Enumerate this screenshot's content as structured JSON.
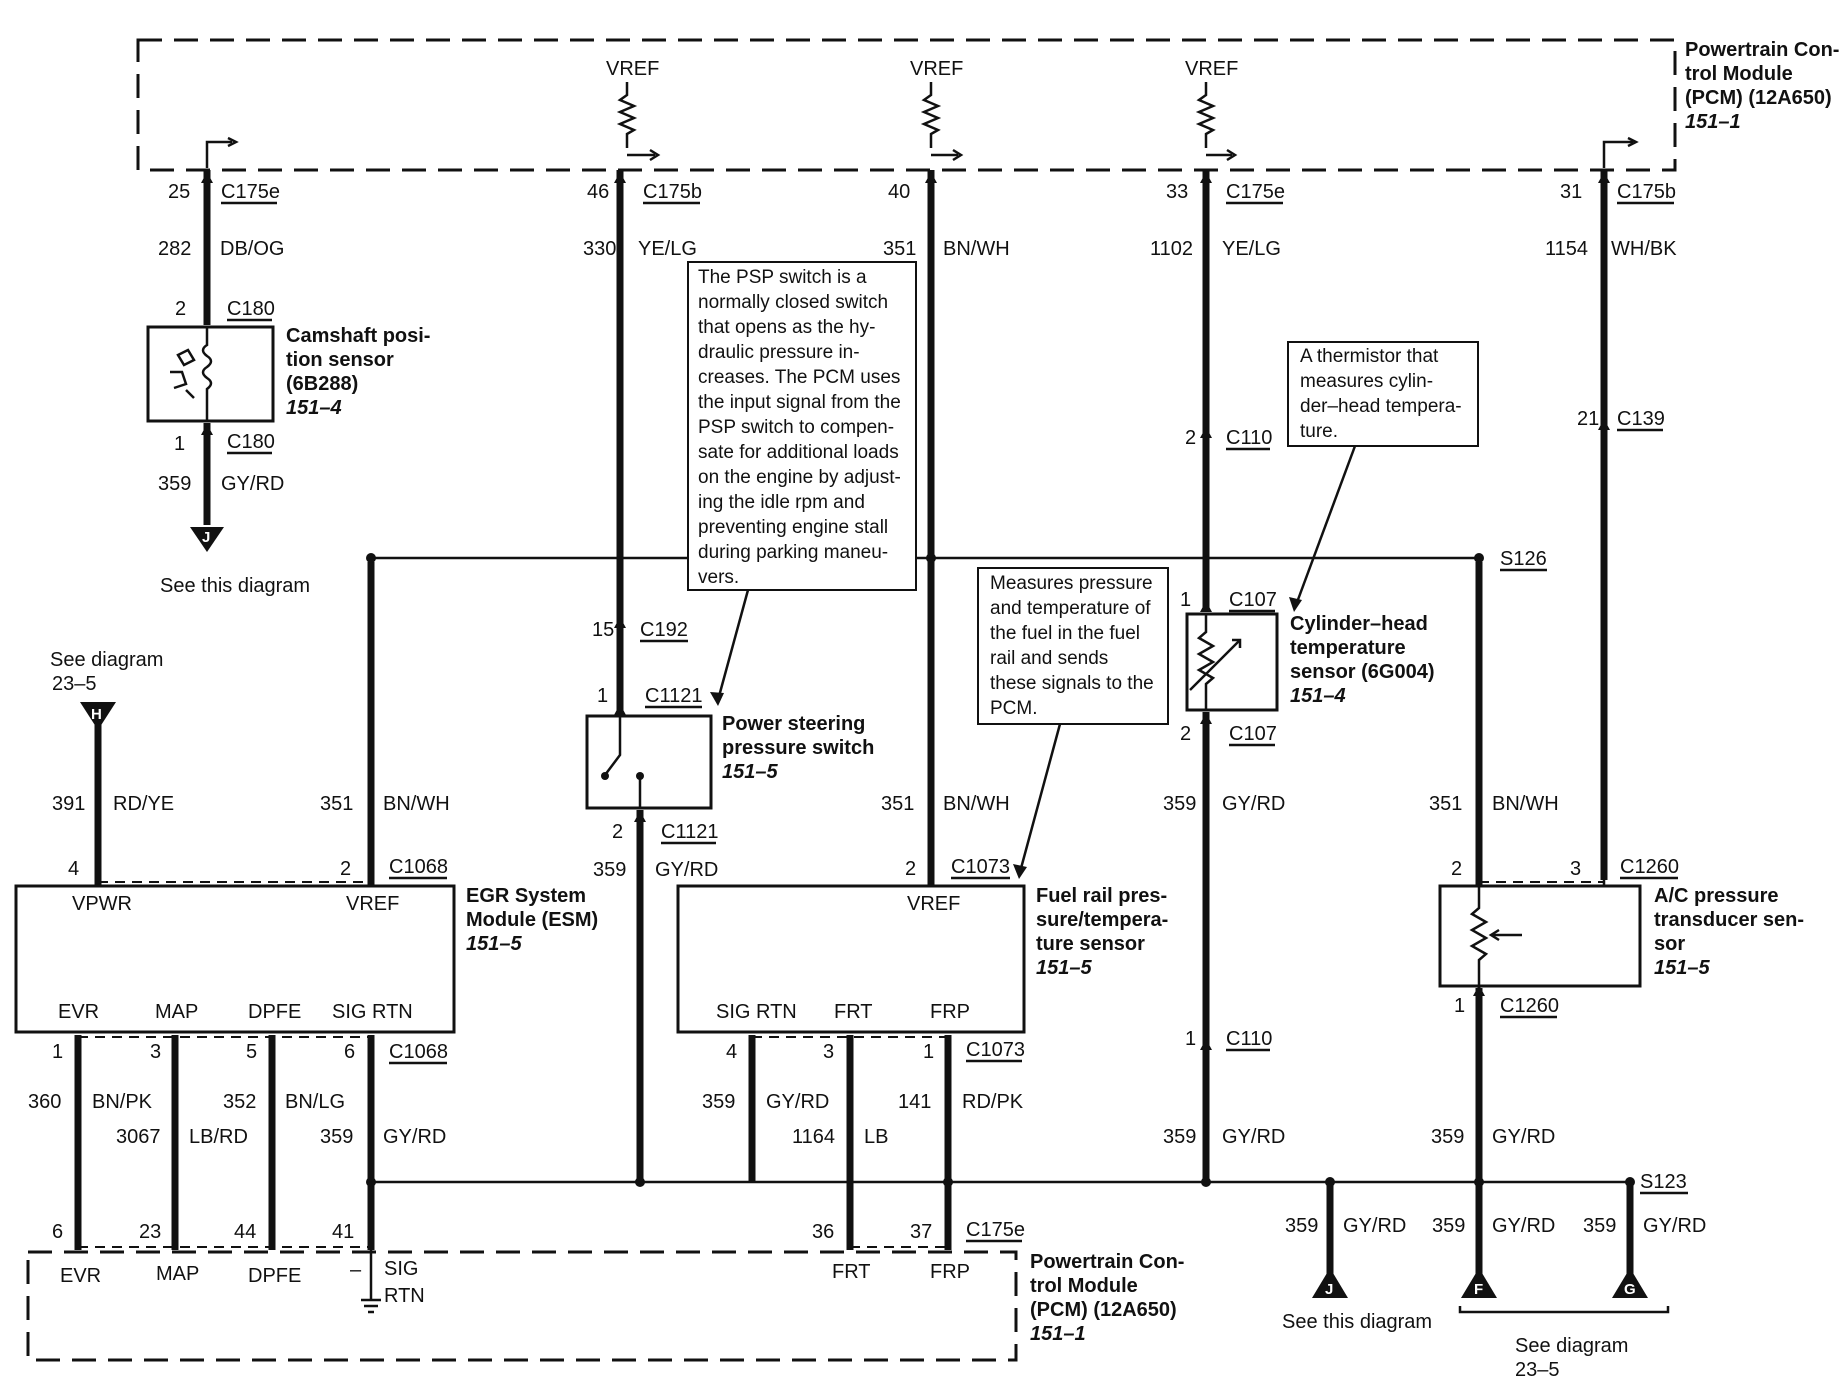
{
  "pcm_top": {
    "l1": "Powertrain Con-",
    "l2": "trol Module",
    "l3": "(PCM) (12A650)",
    "l4": "151–1"
  },
  "pcm_bottom": {
    "l1": "Powertrain Con-",
    "l2": "trol Module",
    "l3": "(PCM) (12A650)",
    "l4": "151–1"
  },
  "vref": "VREF",
  "top_pins": [
    {
      "pin": "25",
      "conn": "C175e",
      "circuit": "282",
      "color": "DB/OG"
    },
    {
      "pin": "46",
      "conn": "C175b",
      "circuit": "330",
      "color": "YE/LG"
    },
    {
      "pin": "40",
      "conn": "",
      "circuit": "351",
      "color": "BN/WH"
    },
    {
      "pin": "33",
      "conn": "C175e",
      "circuit": "1102",
      "color": "YE/LG"
    },
    {
      "pin": "31",
      "conn": "C175b",
      "circuit": "1154",
      "color": "WH/BK"
    }
  ],
  "cmp": {
    "pin_top": "2",
    "conn_top": "C180",
    "pin_bot": "1",
    "conn_bot": "C180",
    "circuit": "359",
    "color": "GY/RD",
    "l1": "Camshaft posi-",
    "l2": "tion sensor",
    "l3": "(6B288)",
    "l4": "151–4"
  },
  "connector_j": "J",
  "see_this": "See this diagram",
  "see_diagram_h": {
    "l1": "See diagram",
    "l2": "23–5",
    "marker": "H"
  },
  "psp_note": [
    "The PSP switch is a",
    "normally closed switch",
    "that opens as the hy-",
    "draulic pressure in-",
    "creases. The PCM uses",
    "the input signal from the",
    "PSP switch to compen-",
    "sate for additional loads",
    "on the engine by adjust-",
    "ing the idle rpm and",
    "preventing engine stall",
    "during parking maneu-",
    "vers."
  ],
  "therm_note": [
    "A thermistor that",
    "measures cylin-",
    "der–head tempera-",
    "ture."
  ],
  "frp_note": [
    "Measures pressure",
    "and temperature of",
    "the fuel in the fuel",
    "rail and sends",
    "these signals to the",
    "PCM."
  ],
  "c192": {
    "pin": "15",
    "conn": "C192"
  },
  "psp": {
    "pin_top": "1",
    "conn_top": "C1121",
    "pin_bot": "2",
    "conn_bot": "C1121",
    "circuit": "359",
    "color": "GY/RD",
    "l1": "Power steering",
    "l2": "pressure switch",
    "l3": "151–5"
  },
  "c110_top": {
    "pin": "2",
    "conn": "C110"
  },
  "c110_bot": {
    "pin": "1",
    "conn": "C110"
  },
  "cht": {
    "pin_top": "1",
    "conn_top": "C107",
    "pin_bot": "2",
    "conn_bot": "C107",
    "l1": "Cylinder–head",
    "l2": "temperature",
    "l3": "sensor (6G004)",
    "l4": "151–4"
  },
  "c139": {
    "pin": "21",
    "conn": "C139"
  },
  "s126": "S126",
  "s123": "S123",
  "mid_wires": [
    {
      "circuit": "391",
      "color": "RD/YE"
    },
    {
      "circuit": "351",
      "color": "BN/WH"
    },
    {
      "circuit": "351",
      "color": "BN/WH"
    },
    {
      "circuit": "359",
      "color": "GY/RD"
    },
    {
      "circuit": "351",
      "color": "BN/WH"
    },
    {
      "circuit": "359",
      "color": "GY/RD"
    }
  ],
  "esm": {
    "pin_vpwr": "4",
    "pin_vref": "2",
    "conn": "C1068",
    "vpwr": "VPWR",
    "vref": "VREF",
    "l1": "EGR System",
    "l2": "Module (ESM)",
    "l3": "151–5",
    "bottom_labels": [
      "EVR",
      "MAP",
      "DPFE",
      "SIG RTN"
    ],
    "bottom_pins": [
      "1",
      "3",
      "5",
      "6"
    ],
    "conn_bot": "C1068"
  },
  "frp": {
    "pin_vref": "2",
    "conn": "C1073",
    "vref": "VREF",
    "l1": "Fuel rail pres-",
    "l2": "sure/tempera-",
    "l3": "ture sensor",
    "l4": "151–5",
    "bottom_labels": [
      "SIG RTN",
      "FRT",
      "FRP"
    ],
    "bottom_pins": [
      "4",
      "3",
      "1"
    ],
    "conn_bot": "C1073"
  },
  "acp": {
    "pin_a": "2",
    "pin_b": "3",
    "conn": "C1260",
    "pin_bot": "1",
    "conn_bot": "C1260",
    "l1": "A/C pressure",
    "l2": "transducer sen-",
    "l3": "sor",
    "l4": "151–5"
  },
  "low_wires": [
    {
      "circuit": "360",
      "color": "BN/PK"
    },
    {
      "circuit": "3067",
      "color": "LB/RD"
    },
    {
      "circuit": "352",
      "color": "BN/LG"
    },
    {
      "circuit": "359",
      "color": "GY/RD"
    },
    {
      "circuit": "359",
      "color": "GY/RD"
    },
    {
      "circuit": "1164",
      "color": "LB"
    },
    {
      "circuit": "141",
      "color": "RD/PK"
    },
    {
      "circuit": "359",
      "color": "GY/RD"
    },
    {
      "circuit": "359",
      "color": "GY/RD"
    }
  ],
  "pcm_pins": [
    {
      "pin": "6",
      "label": "EVR"
    },
    {
      "pin": "23",
      "label": "MAP"
    },
    {
      "pin": "44",
      "label": "DPFE"
    },
    {
      "pin": "41",
      "label": "SIG"
    },
    {
      "pin": "36",
      "label": "FRT"
    },
    {
      "pin": "37",
      "label": "FRP"
    }
  ],
  "pcm_conn": "C175e",
  "rtn": "RTN",
  "minus": "–",
  "ground_outs": [
    {
      "circuit": "359",
      "color": "GY/RD",
      "marker": "J"
    },
    {
      "circuit": "359",
      "color": "GY/RD",
      "marker": "F"
    },
    {
      "circuit": "359",
      "color": "GY/RD",
      "marker": "G"
    }
  ],
  "see_diagram_fg": {
    "l1": "See diagram",
    "l2": "23–5"
  }
}
